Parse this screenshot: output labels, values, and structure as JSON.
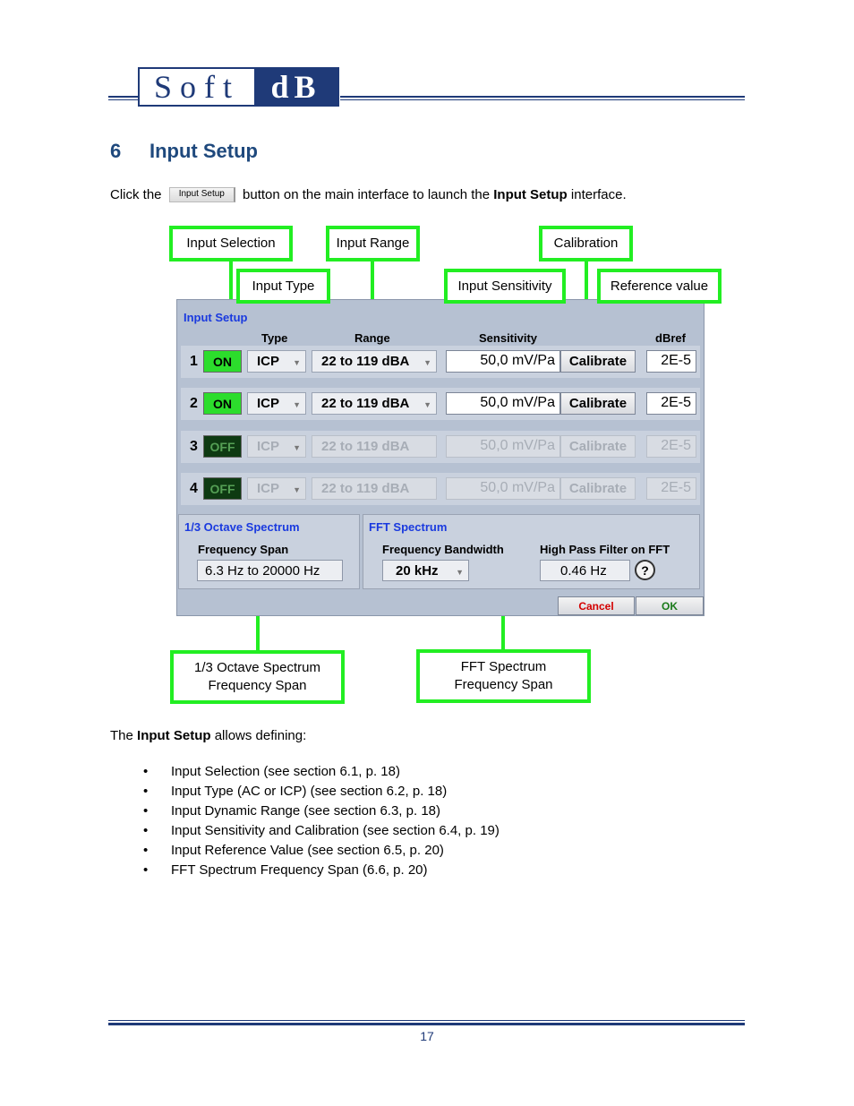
{
  "header": {
    "logo_left": "Soft",
    "logo_right": "dB"
  },
  "section": {
    "number": "6",
    "title": "Input Setup"
  },
  "intro": {
    "before": "Click the",
    "button_label": "Input Setup",
    "middle": "button on the main interface to launch the",
    "bold": "Input Setup",
    "after": "interface."
  },
  "callouts": {
    "input_selection": "Input Selection",
    "input_range": "Input Range",
    "calibration": "Calibration",
    "input_type": "Input Type",
    "input_sensitivity": "Input Sensitivity",
    "reference_value": "Reference value",
    "octave_line1": "1/3 Octave Spectrum",
    "octave_line2": "Frequency Span",
    "fft_line1": "FFT Spectrum",
    "fft_line2": "Frequency Span"
  },
  "dialog": {
    "title": "Input Setup",
    "col_type": "Type",
    "col_range": "Range",
    "col_sensitivity": "Sensitivity",
    "col_dbref": "dBref",
    "rows": [
      {
        "channel": "1",
        "state": "ON",
        "type": "ICP",
        "range": "22 to 119 dBA",
        "sensitivity": "50,0 mV/Pa",
        "calibrate": "Calibrate",
        "dbref": "2E-5"
      },
      {
        "channel": "2",
        "state": "ON",
        "type": "ICP",
        "range": "22 to 119 dBA",
        "sensitivity": "50,0 mV/Pa",
        "calibrate": "Calibrate",
        "dbref": "2E-5"
      },
      {
        "channel": "3",
        "state": "OFF",
        "type": "ICP",
        "range": "22 to 119 dBA",
        "sensitivity": "50,0 mV/Pa",
        "calibrate": "Calibrate",
        "dbref": "2E-5"
      },
      {
        "channel": "4",
        "state": "OFF",
        "type": "ICP",
        "range": "22 to 119 dBA",
        "sensitivity": "50,0 mV/Pa",
        "calibrate": "Calibrate",
        "dbref": "2E-5"
      }
    ],
    "octave": {
      "title": "1/3 Octave Spectrum",
      "label": "Frequency Span",
      "value": "6.3 Hz  to 20000 Hz"
    },
    "fft": {
      "title": "FFT Spectrum",
      "bandwidth_label": "Frequency Bandwidth",
      "bandwidth_value": "20 kHz",
      "hpf_label": "High Pass Filter on FFT",
      "hpf_value": "0.46 Hz",
      "help": "?"
    },
    "cancel": "Cancel",
    "ok": "OK",
    "colors": {
      "on": "#2cdd2c",
      "off": "#0e3a12",
      "title_blue": "#1a3adf",
      "cancel_red": "#d40000",
      "ok_green": "#1a7a1a"
    }
  },
  "body": {
    "para_before": "The",
    "para_bold": "Input Setup",
    "para_after": "allows defining:",
    "bullets": [
      "Input Selection (see section 6.1, p. 18)",
      "Input Type (AC or ICP) (see section 6.2, p. 18)",
      "Input Dynamic Range (see section 6.3, p. 18)",
      "Input Sensitivity and Calibration (see section 6.4, p. 19)",
      "Input Reference Value (see section 6.5, p. 20)",
      "FFT Spectrum Frequency Span (6.6, p. 20)"
    ]
  },
  "footer": {
    "page": "17"
  },
  "accent_color": "#22ee22"
}
